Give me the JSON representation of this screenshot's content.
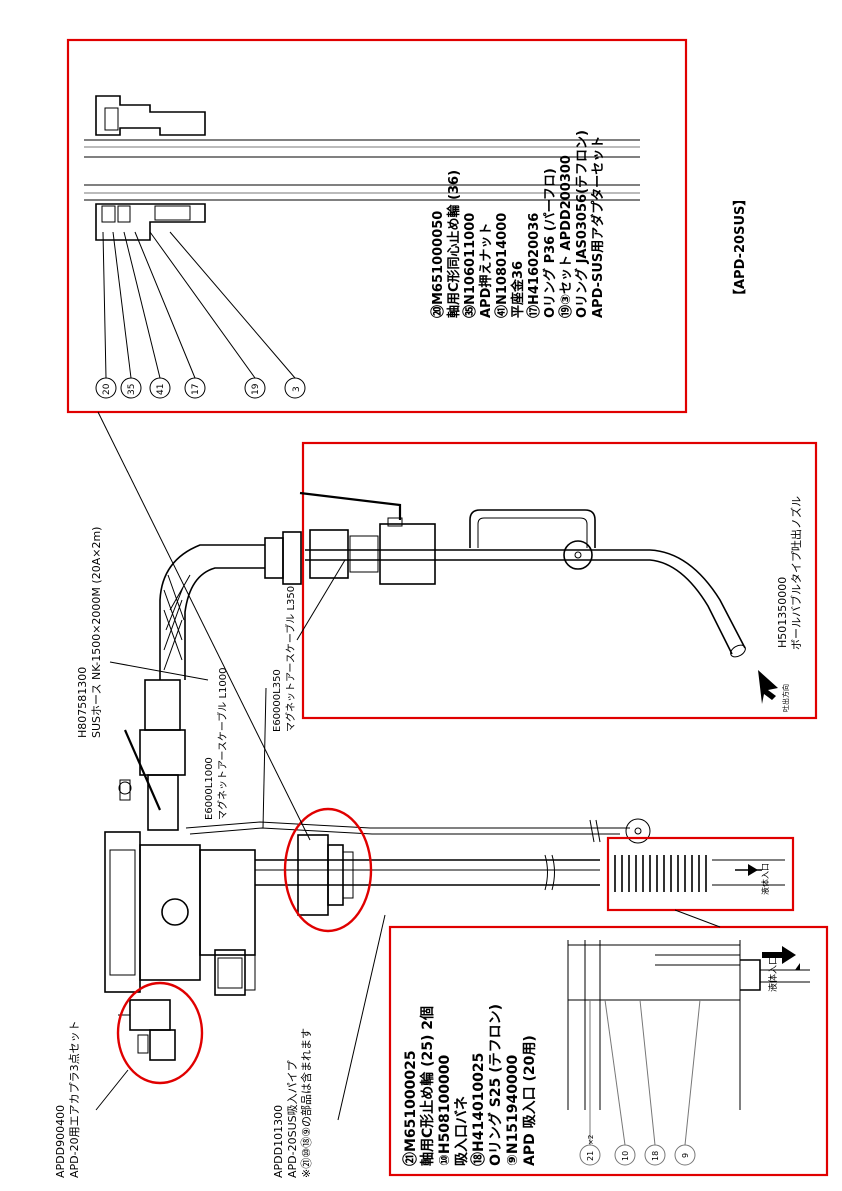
{
  "title": "【APD-20SUS】",
  "detail_top": {
    "lines": [
      "⑳M651000050",
      "軸用C形同心止め輪 (36)",
      "㉟N106011000",
      "APD押えナット",
      "㊶N108014000",
      "平座金36",
      "⑰H416020036",
      "Oリング P36 (パーフロ)",
      "⑲③セット APDD200300",
      "Oリング JAS03056(テフロン)",
      "APD-SUS用アダプターセット"
    ],
    "balloons": [
      "20",
      "35",
      "41",
      "17",
      "19",
      "3"
    ]
  },
  "detail_bottom": {
    "lines": [
      "㉑M651000025",
      "軸用C形止め輪 (25) 2個",
      "⑩H508100000",
      "吸入口バネ",
      "⑱H414010025",
      "Oリング S25 (テフロン)",
      "⑨N151940000",
      "APD 吸入口 (20用)"
    ],
    "balloons": [
      "21",
      "10",
      "18",
      "9"
    ],
    "balloon_21_note": "×2",
    "liquid_inlet": "液体入口"
  },
  "labels": {
    "hose_code": "H807581300",
    "hose_desc": "SUSホース NK-1500×2000M (20A×2m)",
    "cable350_code": "E60000L350",
    "cable350_desc": "マグネットアースケーブル L350",
    "cable1000_code": "E6000L1000",
    "cable1000_desc": "マグネットアースケーブル L1000",
    "nozzle_code": "H501350000",
    "nozzle_desc": "ボールバブルタイプ吐出ノズル",
    "outlet": "吐出方向",
    "coupler_code": "APDD900400",
    "coupler_desc": "APD-20用エアカプラ3点セット",
    "pipe_code": "APDD101300",
    "pipe_desc": "APD-20SUS吸入パイプ",
    "pipe_note": "※㉑⑩⑱⑨の部品は含まれます",
    "liquid_inlet": "液体入口"
  },
  "colors": {
    "highlight": "#e00000",
    "ink": "#000000"
  }
}
